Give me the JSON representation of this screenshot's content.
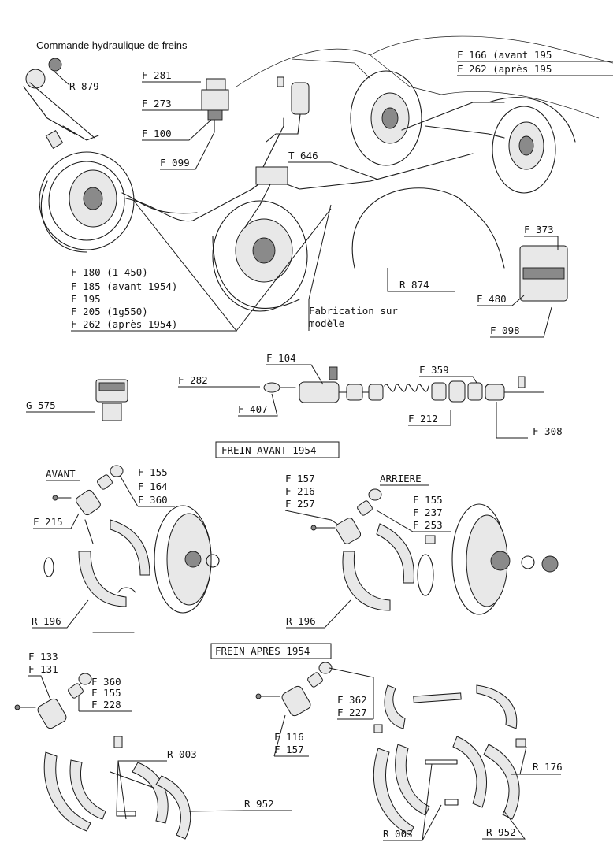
{
  "title": "Commande hydraulique de freins",
  "section1_labels": {
    "r879": "R 879",
    "f281": "F 281",
    "f273": "F 273",
    "f100": "F 100",
    "f099": "F 099",
    "t646": "T 646",
    "f166": "F 166 (avant 195",
    "f262a": "F 262 (après 195",
    "f373": "F 373",
    "f480": "F 480",
    "f098": "F 098",
    "r874": "R 874",
    "fabrication1": "Fabrication sur",
    "fabrication2": "modèle",
    "list": [
      "F 180 (1 450)",
      "F 185 (avant 1954)",
      "F 195",
      "F 205 (1g550)",
      "F 262 (après 1954)"
    ]
  },
  "section2_labels": {
    "f104": "F 104",
    "f359": "F 359",
    "f282": "F 282",
    "f407": "F 407",
    "f212": "F 212",
    "f308": "F 308",
    "g575": "G 575"
  },
  "frein_avant_title": "FREIN AVANT 1954",
  "avant": {
    "heading": "AVANT",
    "list": [
      "F 155",
      "F 164",
      "F 360"
    ],
    "f215": "F 215",
    "r196": "R 196"
  },
  "arriere": {
    "heading": "ARRIERE",
    "list_left": [
      "F 157",
      "F 216",
      "F 257"
    ],
    "list_right": [
      "F 155",
      "F 237",
      "F 253"
    ],
    "r196": "R 196"
  },
  "frein_apres_title": "FREIN APRES 1954",
  "apres_left": {
    "list": [
      "F 133",
      "F 131"
    ],
    "list_right": [
      "F 360",
      "F 155",
      "F 228"
    ],
    "r003": "R 003",
    "r952": "R 952"
  },
  "apres_right": {
    "list_mid": [
      "F 362",
      "F 227"
    ],
    "list_bottom": [
      "F 116",
      "F 157"
    ],
    "r176": "R 176",
    "r003": "R 003",
    "r952": "R 952"
  }
}
